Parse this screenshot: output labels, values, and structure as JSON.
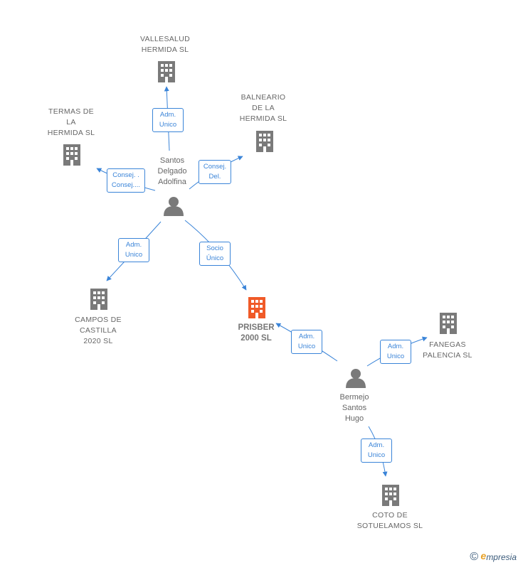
{
  "colors": {
    "edge": "#3a84d8",
    "node": "#7a7a7a",
    "main": "#f05a28"
  },
  "nodes": {
    "vallesalud": {
      "label": "VALLESALUD\nHERMIDA  SL",
      "type": "company"
    },
    "balneario": {
      "label": "BALNEARIO\nDE LA\nHERMIDA SL",
      "type": "company"
    },
    "termas": {
      "label": "TERMAS DE\nLA\nHERMIDA  SL",
      "type": "company"
    },
    "santos": {
      "label": "Santos\nDelgado\nAdolfina",
      "type": "person"
    },
    "campos": {
      "label": "CAMPOS DE\nCASTILLA\n2020  SL",
      "type": "company"
    },
    "prisber": {
      "label": "PRISBER\n2000  SL",
      "type": "main"
    },
    "fanegas": {
      "label": "FANEGAS\nPALENCIA  SL",
      "type": "company"
    },
    "bermejo": {
      "label": "Bermejo\nSantos\nHugo",
      "type": "person"
    },
    "coto": {
      "label": "COTO DE\nSOTUELAMOS SL",
      "type": "company"
    }
  },
  "edges": {
    "santos_vallesalud": "Adm.\nUnico",
    "santos_balneario": "Consej.\nDel.",
    "santos_termas": "Consej. .\nConsej....",
    "santos_campos": "Adm.\nUnico",
    "santos_prisber": "Socio\nÚnico",
    "bermejo_prisber": "Adm.\nUnico",
    "bermejo_fanegas": "Adm.\nUnico",
    "bermejo_coto": "Adm.\nUnico"
  },
  "footer": {
    "copyright": "©",
    "brand_initial": "e",
    "brand_rest": "mpresia"
  }
}
